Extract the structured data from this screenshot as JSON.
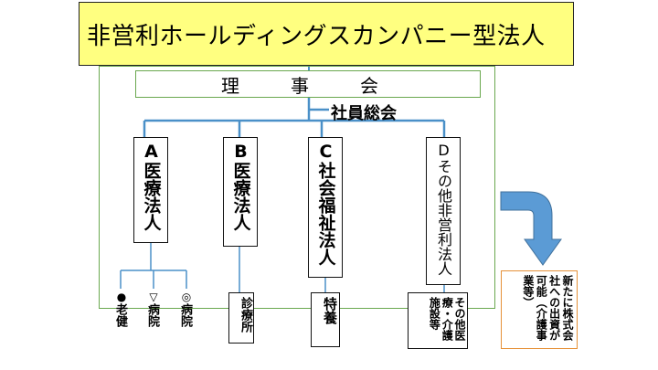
{
  "title": "非営利ホールディングスカンパニー型法人",
  "board": "理　事　会",
  "assembly": "社員総会",
  "entities": [
    {
      "label": "A医療法人"
    },
    {
      "label": "B医療法人"
    },
    {
      "label": "C社会福祉法人"
    },
    {
      "label": "Dその他非営利法人"
    }
  ],
  "a_facilities": [
    {
      "symbol": "●",
      "label": "老健"
    },
    {
      "symbol": "▽",
      "label": "病院"
    },
    {
      "symbol": "◎",
      "label": "病院"
    }
  ],
  "b_facility": "診療所",
  "c_facility": "特養",
  "d_facility": "その他医療・介護施設等",
  "note": "新たに株式会社への出資が可能（介護事業等）",
  "colors": {
    "title_bg": "#ffff80",
    "frame": "#6aa84f",
    "connector": "#4a90c8",
    "arrow": "#5b9bd5",
    "note_border": "#e69138"
  }
}
